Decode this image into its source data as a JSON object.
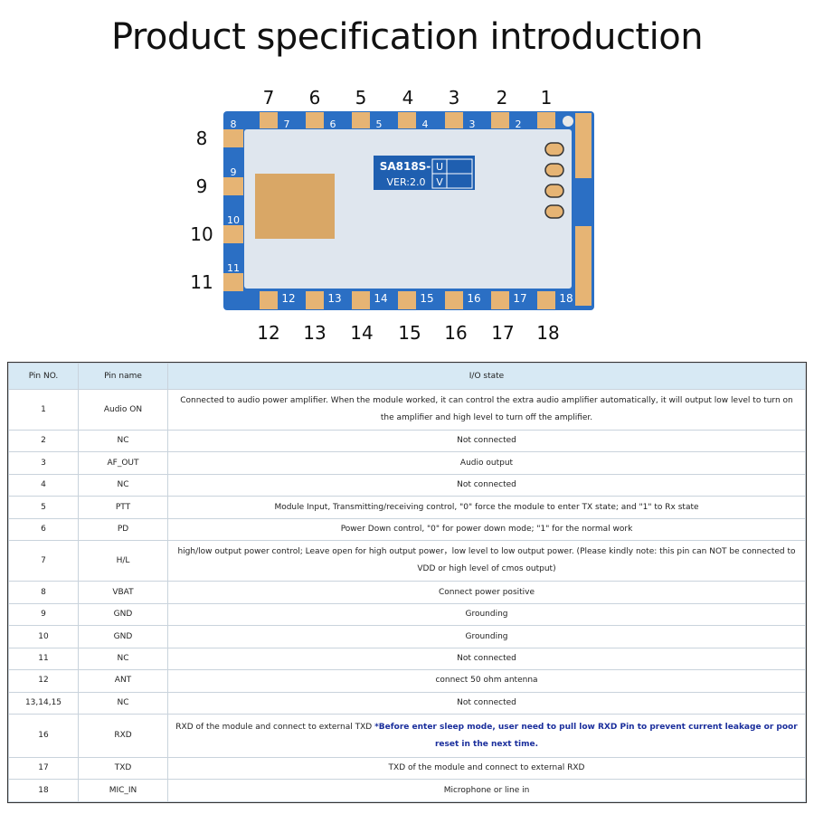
{
  "title": "Product specification introduction",
  "module": {
    "chip_label": "SA818S-",
    "chip_version": "VER:2.0",
    "chip_u": "U",
    "chip_v": "V",
    "top_numbers": [
      "7",
      "6",
      "5",
      "4",
      "3",
      "2",
      "1"
    ],
    "left_numbers": [
      "8",
      "9",
      "10",
      "11"
    ],
    "bottom_numbers": [
      "12",
      "13",
      "14",
      "15",
      "16",
      "17",
      "18"
    ],
    "pad_top": [
      "7",
      "6",
      "5",
      "4",
      "3",
      "2"
    ],
    "pad_left": [
      "8",
      "9",
      "10",
      "11"
    ],
    "pad_bottom": [
      "12",
      "13",
      "14",
      "15",
      "16",
      "17",
      "18"
    ]
  },
  "table": {
    "headers": [
      "Pin NO.",
      "Pin name",
      "I/O state"
    ],
    "rows": [
      {
        "no": "1",
        "name": "Audio ON",
        "state": "Connected to audio power amplifier. When the module worked, it can control the extra audio amplifier automatically, it will output low level to turn on the amplifier and high level to turn off the amplifier."
      },
      {
        "no": "2",
        "name": "NC",
        "state": "Not connected"
      },
      {
        "no": "3",
        "name": "AF_OUT",
        "state": "Audio output"
      },
      {
        "no": "4",
        "name": "NC",
        "state": "Not connected"
      },
      {
        "no": "5",
        "name": "PTT",
        "state": "Module Input, Transmitting/receiving control, \"0\" force the module to enter TX state; and \"1\" to Rx state"
      },
      {
        "no": "6",
        "name": "PD",
        "state": "Power Down control, \"0\" for power down mode; \"1\" for the normal work"
      },
      {
        "no": "7",
        "name": "H/L",
        "state": "high/low output power control; Leave open for high output power，low level to low output power. (Please kindly note: this pin can NOT be connected to VDD or high level of cmos output)"
      },
      {
        "no": "8",
        "name": "VBAT",
        "state": "Connect power positive"
      },
      {
        "no": "9",
        "name": "GND",
        "state": "Grounding"
      },
      {
        "no": "10",
        "name": "GND",
        "state": "Grounding"
      },
      {
        "no": "11",
        "name": "NC",
        "state": "Not connected"
      },
      {
        "no": "12",
        "name": "ANT",
        "state": "connect 50 ohm antenna"
      },
      {
        "no": "13,14,15",
        "name": "NC",
        "state": "Not connected"
      },
      {
        "no": "16",
        "name": "RXD",
        "state": "RXD of the module and connect to external TXD",
        "note": "*Before enter sleep mode, user need to pull low RXD Pin to prevent current leakage or poor reset in the next time."
      },
      {
        "no": "17",
        "name": "TXD",
        "state": "TXD of the module and connect to external RXD"
      },
      {
        "no": "18",
        "name": "MIC_IN",
        "state": "Microphone or line in"
      }
    ]
  }
}
